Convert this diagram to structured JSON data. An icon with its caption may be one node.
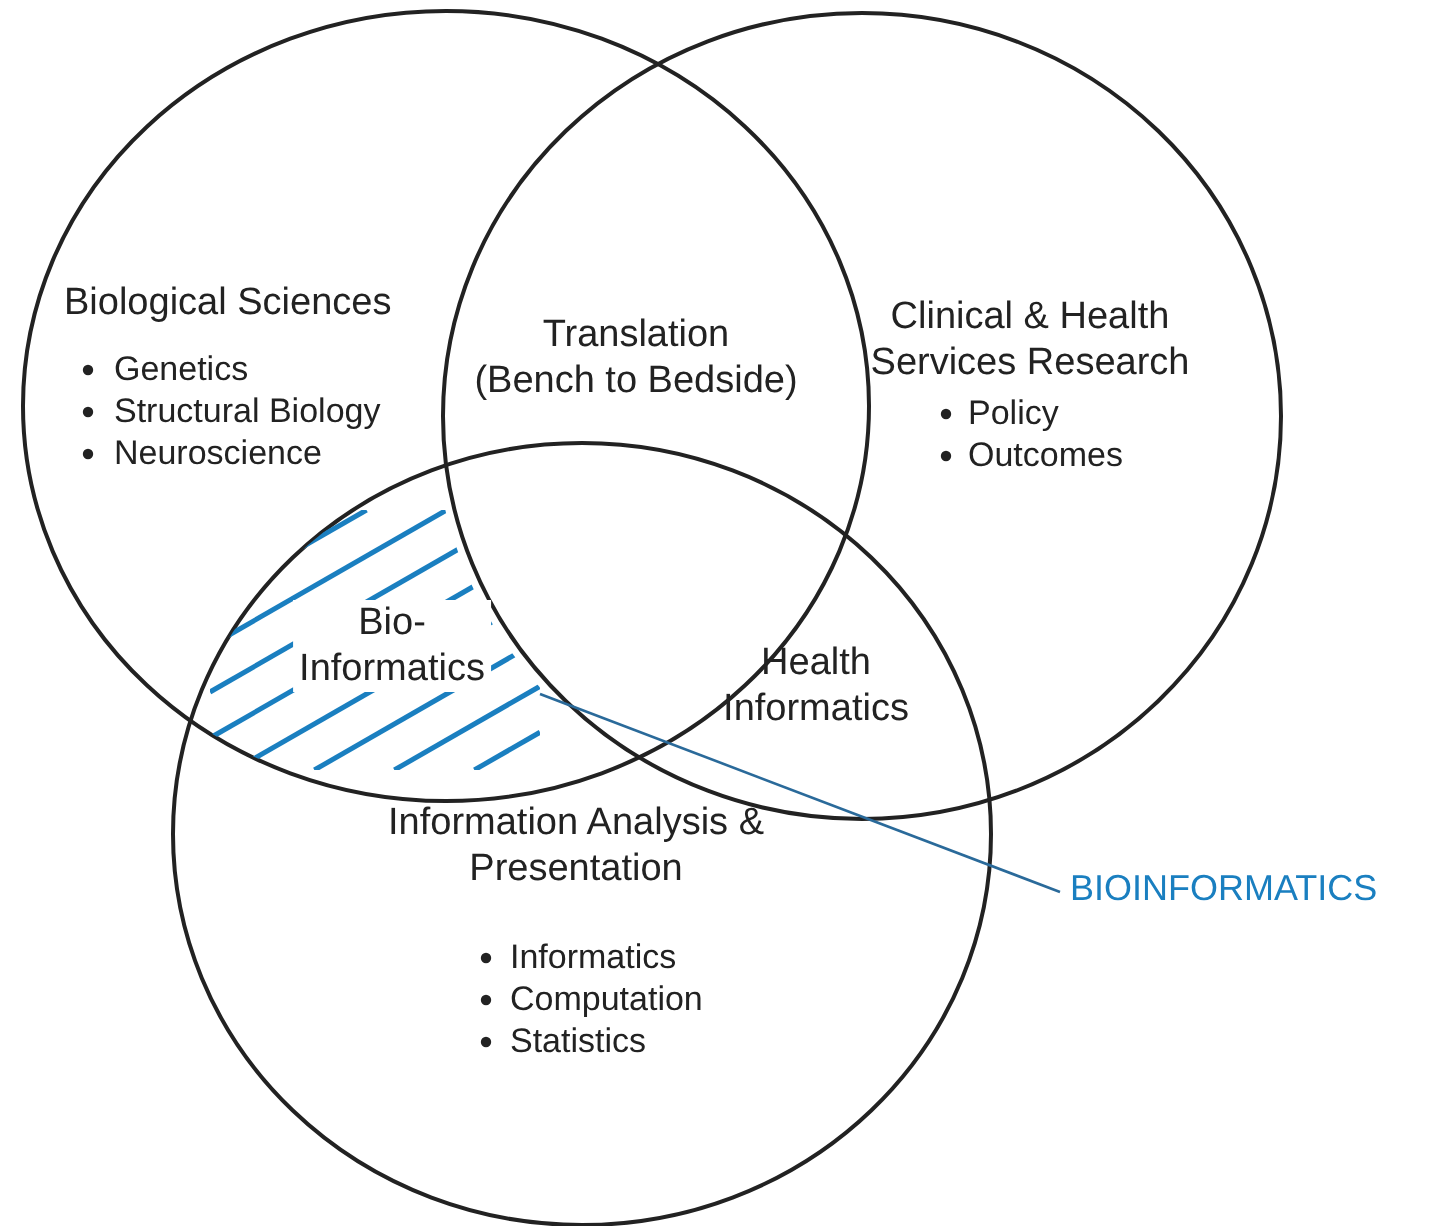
{
  "diagram": {
    "nodes": [
      {
        "text": [
          "Biological Sciences",
          "Genetics",
          "Structural Biology",
          "Neuroscience"
        ]
      },
      {
        "text": [
          "Clinical & Health Services Research",
          "Policy",
          "Outcomes"
        ]
      },
      {
        "text": [
          "Information Analysis & Presentation",
          "Informatics",
          "Computation",
          "Statistics"
        ]
      },
      {
        "text": [
          "Bio- Informatics"
        ]
      },
      {
        "text": [
          "BIOINFORMATICS"
        ]
      }
    ],
    "edges": [
      {
        "from": 4,
        "to": 3,
        "arrow": "none"
      }
    ],
    "labels": [
      "Translation (Bench to Bedside)",
      "Health Informatics"
    ]
  }
}
